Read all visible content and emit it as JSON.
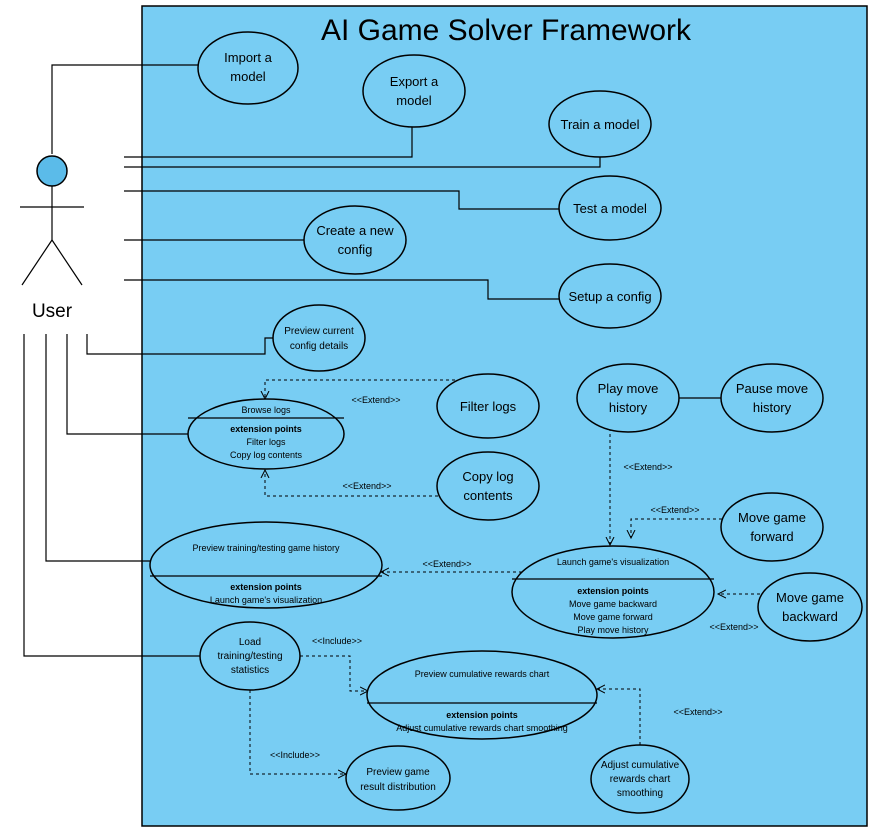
{
  "system": {
    "title": "AI Game Solver Framework"
  },
  "actor": {
    "name": "User"
  },
  "use_cases": {
    "import_model": [
      "Import a",
      "model"
    ],
    "export_model": [
      "Export a",
      "model"
    ],
    "train_model": [
      "Train a model"
    ],
    "test_model": [
      "Test a model"
    ],
    "create_config": [
      "Create a new",
      "config"
    ],
    "setup_config": [
      "Setup a config"
    ],
    "preview_config": [
      "Preview current",
      "config details"
    ],
    "filter_logs": [
      "Filter logs"
    ],
    "copy_logs": [
      "Copy log",
      "contents"
    ],
    "play_history": [
      "Play move",
      "history"
    ],
    "pause_history": [
      "Pause move",
      "history"
    ],
    "move_forward": [
      "Move game",
      "forward"
    ],
    "move_backward": [
      "Move game",
      "backward"
    ],
    "load_stats": [
      "Load",
      "training/testing",
      "statistics"
    ],
    "preview_distribution": [
      "Preview game",
      "result distribution"
    ],
    "adjust_smoothing": [
      "Adjust cumulative",
      "rewards chart",
      "smoothing"
    ]
  },
  "extension_cases": {
    "browse_logs": {
      "name": "Browse logs",
      "heading": "extension points",
      "points": [
        "Filter logs",
        "Copy log contents"
      ]
    },
    "preview_history": {
      "name": "Preview training/testing game history",
      "heading": "extension points",
      "points": [
        "Launch game's visualization"
      ]
    },
    "launch_visualization": {
      "name": "Launch game's visualization",
      "heading": "extension points",
      "points": [
        "Move game backward",
        "Move game forward",
        "Play move history"
      ]
    },
    "preview_rewards": {
      "name": "Preview cumulative rewards chart",
      "heading": "extension points",
      "points": [
        "Adjust cumulative rewards chart smoothing"
      ]
    }
  },
  "stereotypes": {
    "extend": "<<Extend>>",
    "include": "<<Include>>"
  },
  "colors": {
    "system_fill": "#78cdf3",
    "use_case_fill": "#78cdf3",
    "actor_head": "#5bbbe9",
    "line": "#000000"
  }
}
